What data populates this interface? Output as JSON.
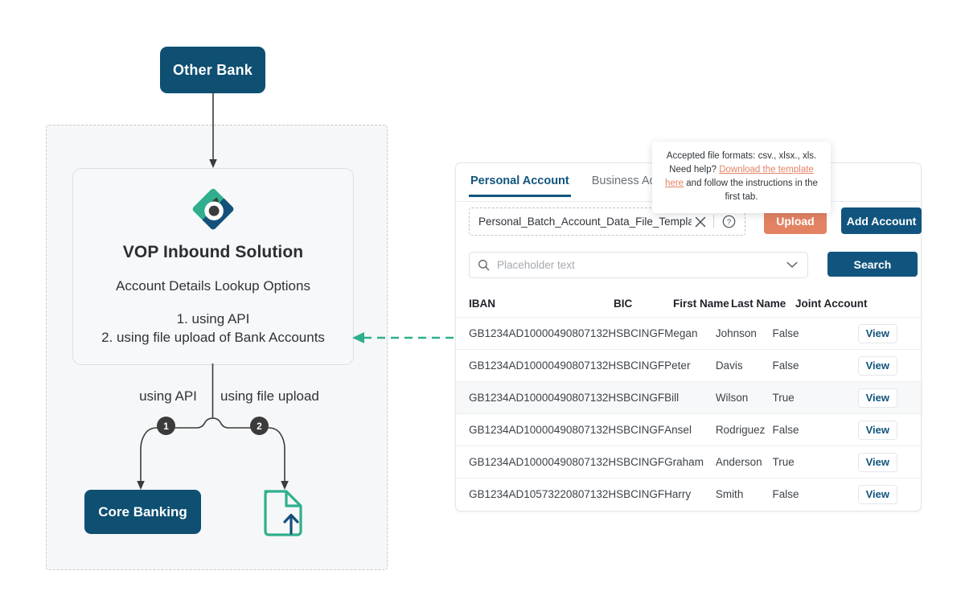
{
  "diagram": {
    "other_bank": {
      "label": "Other Bank"
    },
    "vop_card": {
      "title": "VOP Inbound Solution",
      "subtitle": "Account Details Lookup Options",
      "option_1": "1. using API",
      "option_2": "2. using file upload of Bank Accounts",
      "logo_icon": "b-diamond-logo-icon"
    },
    "branch_labels": {
      "left": "using API",
      "right": "using file upload"
    },
    "badges": {
      "one": "1",
      "two": "2"
    },
    "core_banking": {
      "label": "Core Banking"
    },
    "file_upload_icon": "file-upload-icon",
    "green_link_arrow_icon": "green-dashed-arrow-icon"
  },
  "panel": {
    "tabs": [
      {
        "label": "Personal Account",
        "active": true
      },
      {
        "label": "Business Account",
        "active": false
      }
    ],
    "upload": {
      "file_name": "Personal_Batch_Account_Data_File_Template.csv",
      "clear_icon": "close-x-icon",
      "help_icon": "question-mark-circle-icon",
      "upload_label": "Upload",
      "add_account_label": "Add Account"
    },
    "tooltip": {
      "line1": "Accepted file formats: csv., xlsx., xls.",
      "line2_prefix": "Need help? ",
      "link_text": "Download the template here",
      "line2_suffix": " and follow the instructions in the first tab."
    },
    "search": {
      "placeholder": "Placeholder text",
      "value": "",
      "search_icon": "search-icon",
      "dropdown_icon": "chevron-down-icon",
      "button_label": "Search"
    },
    "table": {
      "columns": [
        "IBAN",
        "BIC",
        "First Name",
        "Last Name",
        "Joint Account",
        ""
      ],
      "action_label": "View",
      "rows": [
        {
          "iban": "GB1234AD10000490807132",
          "bic": "HSBCINGF",
          "first_name": "Megan",
          "last_name": "Johnson",
          "joint_account": "False",
          "action": "View",
          "highlighted": false
        },
        {
          "iban": "GB1234AD10000490807132",
          "bic": "HSBCINGF",
          "first_name": "Peter",
          "last_name": "Davis",
          "joint_account": "False",
          "action": "View",
          "highlighted": false
        },
        {
          "iban": "GB1234AD10000490807132",
          "bic": "HSBCINGF",
          "first_name": "Bill",
          "last_name": "Wilson",
          "joint_account": "True",
          "action": "View",
          "highlighted": true
        },
        {
          "iban": "GB1234AD10000490807132",
          "bic": "HSBCINGF",
          "first_name": "Ansel",
          "last_name": "Rodriguez",
          "joint_account": "False",
          "action": "View",
          "highlighted": false
        },
        {
          "iban": "GB1234AD10000490807132",
          "bic": "HSBCINGF",
          "first_name": "Graham",
          "last_name": "Anderson",
          "joint_account": "True",
          "action": "View",
          "highlighted": false
        },
        {
          "iban": "GB1234AD10573220807132",
          "bic": "HSBCINGF",
          "first_name": "Harry",
          "last_name": "Smith",
          "joint_account": "False",
          "action": "View",
          "highlighted": false
        }
      ]
    }
  },
  "colors": {
    "navy": "#11557E",
    "navy_dark": "#0E4F72",
    "teal": "#2FAF8E",
    "coral": "#E38263",
    "badge": "#3b3b3b",
    "region_bg": "#f6f7f8"
  }
}
